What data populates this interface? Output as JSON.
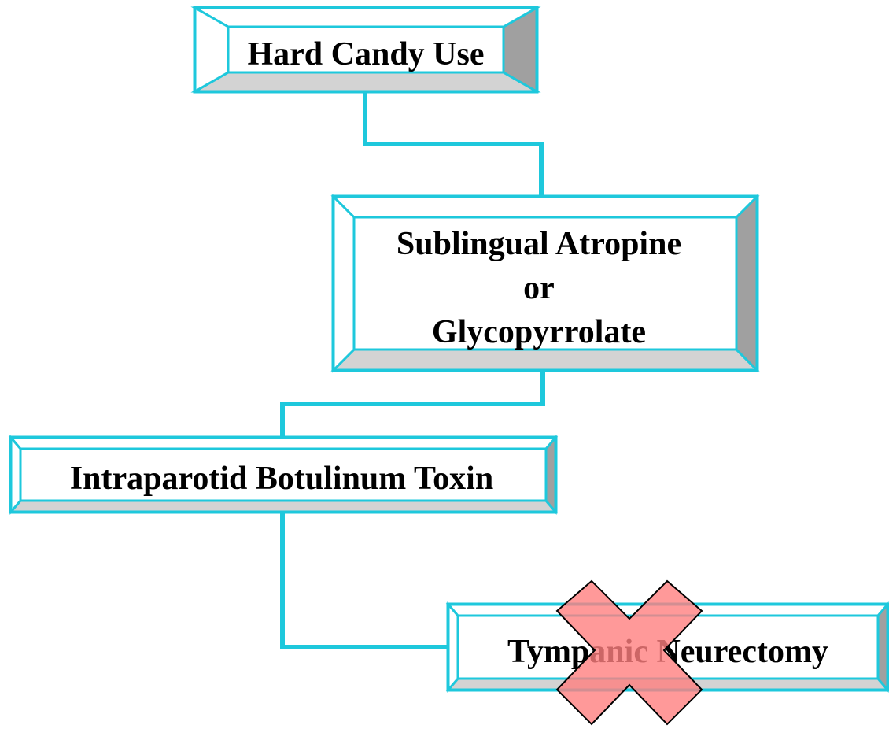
{
  "nodes": {
    "hard_candy": {
      "label": "Hard Candy Use"
    },
    "sublingual": {
      "lines": [
        "Sublingual Atropine",
        "or",
        "Glycopyrrolate"
      ]
    },
    "botulinum": {
      "label": "Intraparotid Botulinum Toxin"
    },
    "tympanic": {
      "label": "Tympanic Neurectomy",
      "crossed_out": true
    }
  },
  "colors": {
    "frame": "#1ec8dc",
    "bevel_light": "#d3d3d3",
    "bevel_dark": "#a0a0a0",
    "connector": "#1ec8dc",
    "cross_fill": "#ff8080",
    "cross_stroke": "#000000"
  }
}
